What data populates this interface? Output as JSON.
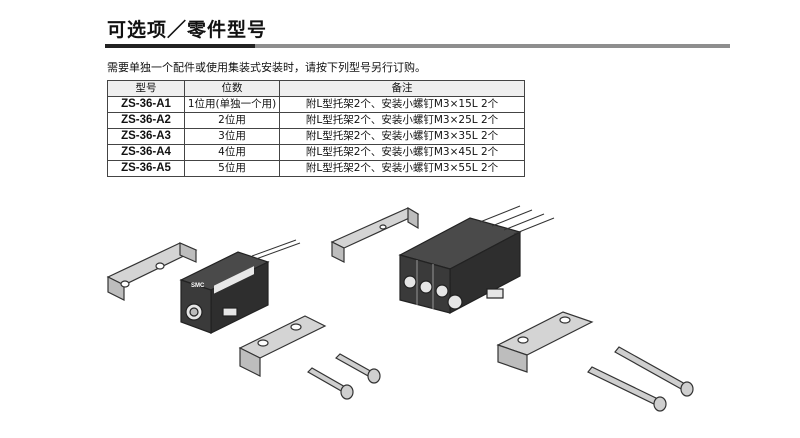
{
  "title": "可选项／零件型号",
  "intro": "需要单独一个配件或使用集装式安装时，请按下列型号另行订购。",
  "table": {
    "headers": [
      "型号",
      "位数",
      "备注"
    ],
    "rows": [
      {
        "model": "ZS-36-A1",
        "positions": "1位用(单独一个用)",
        "note": "附L型托架2个、安装小螺钉M3×15L 2个"
      },
      {
        "model": "ZS-36-A2",
        "positions": "2位用",
        "note": "附L型托架2个、安装小螺钉M3×25L 2个"
      },
      {
        "model": "ZS-36-A3",
        "positions": "3位用",
        "note": "附L型托架2个、安装小螺钉M3×35L 2个"
      },
      {
        "model": "ZS-36-A4",
        "positions": "4位用",
        "note": "附L型托架2个、安装小螺钉M3×45L 2个"
      },
      {
        "model": "ZS-36-A5",
        "positions": "5位用",
        "note": "附L型托架2个、安装小螺钉M3×55L 2个"
      }
    ]
  },
  "illustration": {
    "single_label": "SMC",
    "colors": {
      "body": "#2a2a2a",
      "bracket": "#d4d4d4",
      "outline": "#333333",
      "screw": "#c8c8c8"
    }
  }
}
